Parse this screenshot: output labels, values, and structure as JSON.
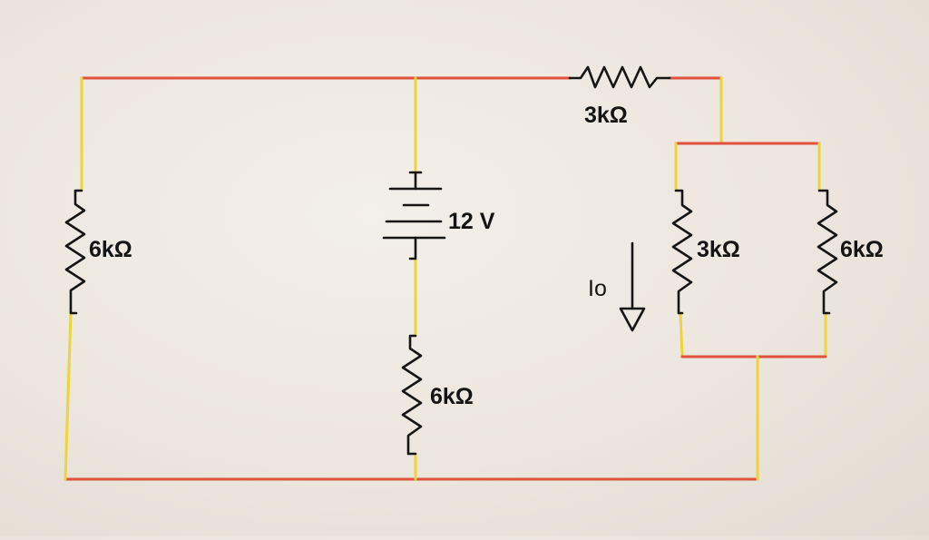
{
  "diagram": {
    "labels": {
      "r_left": "6kΩ",
      "r_top": "3kΩ",
      "source": "12 V",
      "r_mid_bottom": "6kΩ",
      "current": "Io",
      "r_par_left": "3kΩ",
      "r_par_right": "6kΩ"
    },
    "colors": {
      "paper": "#ece6de",
      "wire_red": "#e0523b",
      "wire_yellow": "#ecd43c",
      "ink": "#151515"
    }
  }
}
